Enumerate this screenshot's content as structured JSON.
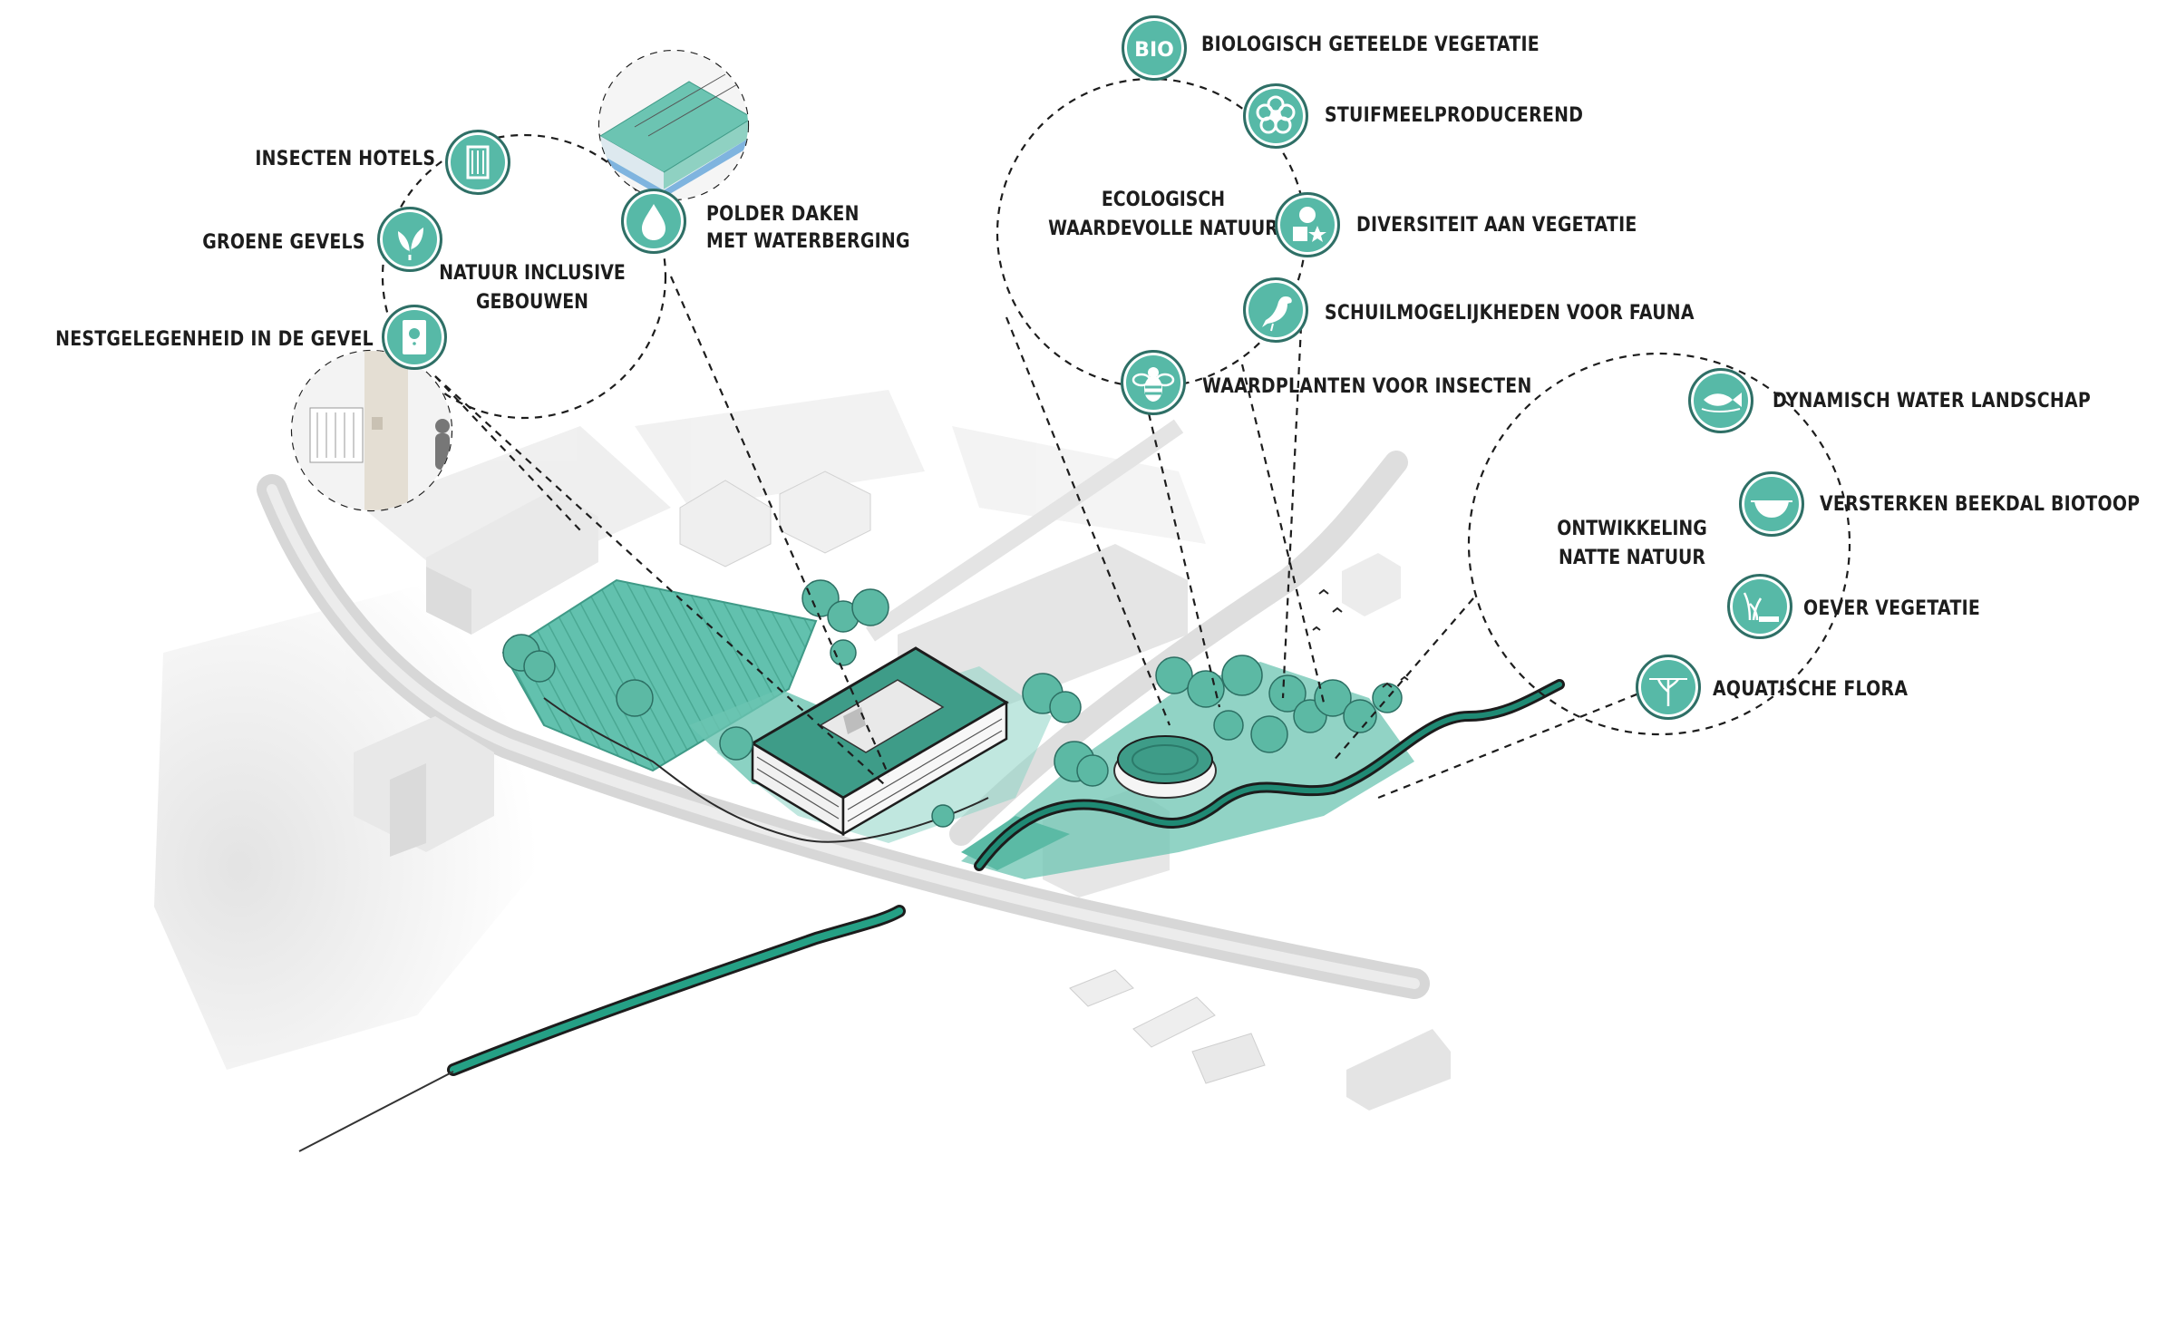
{
  "colors": {
    "accent": "#57b9a7",
    "accent_dark": "#2f6f66",
    "river": "#1f8a74",
    "road": "#d3d3d3",
    "building": "#e6e6e6"
  },
  "groups": {
    "buildings": {
      "title_line1": "NATUUR INCLUSIVE",
      "title_line2": "GEBOUWEN"
    },
    "ecology": {
      "title_line1": "ECOLOGISCH",
      "title_line2": "WAARDEVOLLE NATUUR"
    },
    "wetland": {
      "title_line1": "ONTWIKKELING",
      "title_line2": "NATTE NATUUR"
    }
  },
  "items": {
    "insect_hotels": {
      "label": "INSECTEN HOTELS",
      "icon": "insect-hotel-icon"
    },
    "green_facades": {
      "label": "GROENE GEVELS",
      "icon": "leaf-icon"
    },
    "nesting": {
      "label": "NESTGELEGENHEID IN DE GEVEL",
      "icon": "nest-box-icon"
    },
    "polder_roofs": {
      "label_line1": "POLDER DAKEN",
      "label_line2": "MET WATERBERGING",
      "icon": "water-drop-icon"
    },
    "bio": {
      "label": "BIOLOGISCH GETEELDE VEGETATIE",
      "icon_text": "BIO",
      "icon": "bio-badge-icon"
    },
    "pollen": {
      "label": "STUIFMEELPRODUCEREND",
      "icon": "flower-icon"
    },
    "diversity": {
      "label": "DIVERSITEIT AAN VEGETATIE",
      "icon": "shapes-icon"
    },
    "shelter": {
      "label": "SCHUILMOGELIJKHEDEN VOOR FAUNA",
      "icon": "bird-icon"
    },
    "host_plants": {
      "label": "WAARDPLANTEN VOOR INSECTEN",
      "icon": "bee-icon"
    },
    "dynamic_water": {
      "label": "DYNAMISCH WATER LANDSCHAP",
      "icon": "fish-icon"
    },
    "brook_valley": {
      "label": "VERSTERKEN BEEKDAL BIOTOOP",
      "icon": "water-basin-icon"
    },
    "bank_vegetation": {
      "label": "OEVER VEGETATIE",
      "icon": "reed-icon"
    },
    "aquatic_flora": {
      "label": "AQUATISCHE FLORA",
      "icon": "aquatic-plant-icon"
    }
  }
}
